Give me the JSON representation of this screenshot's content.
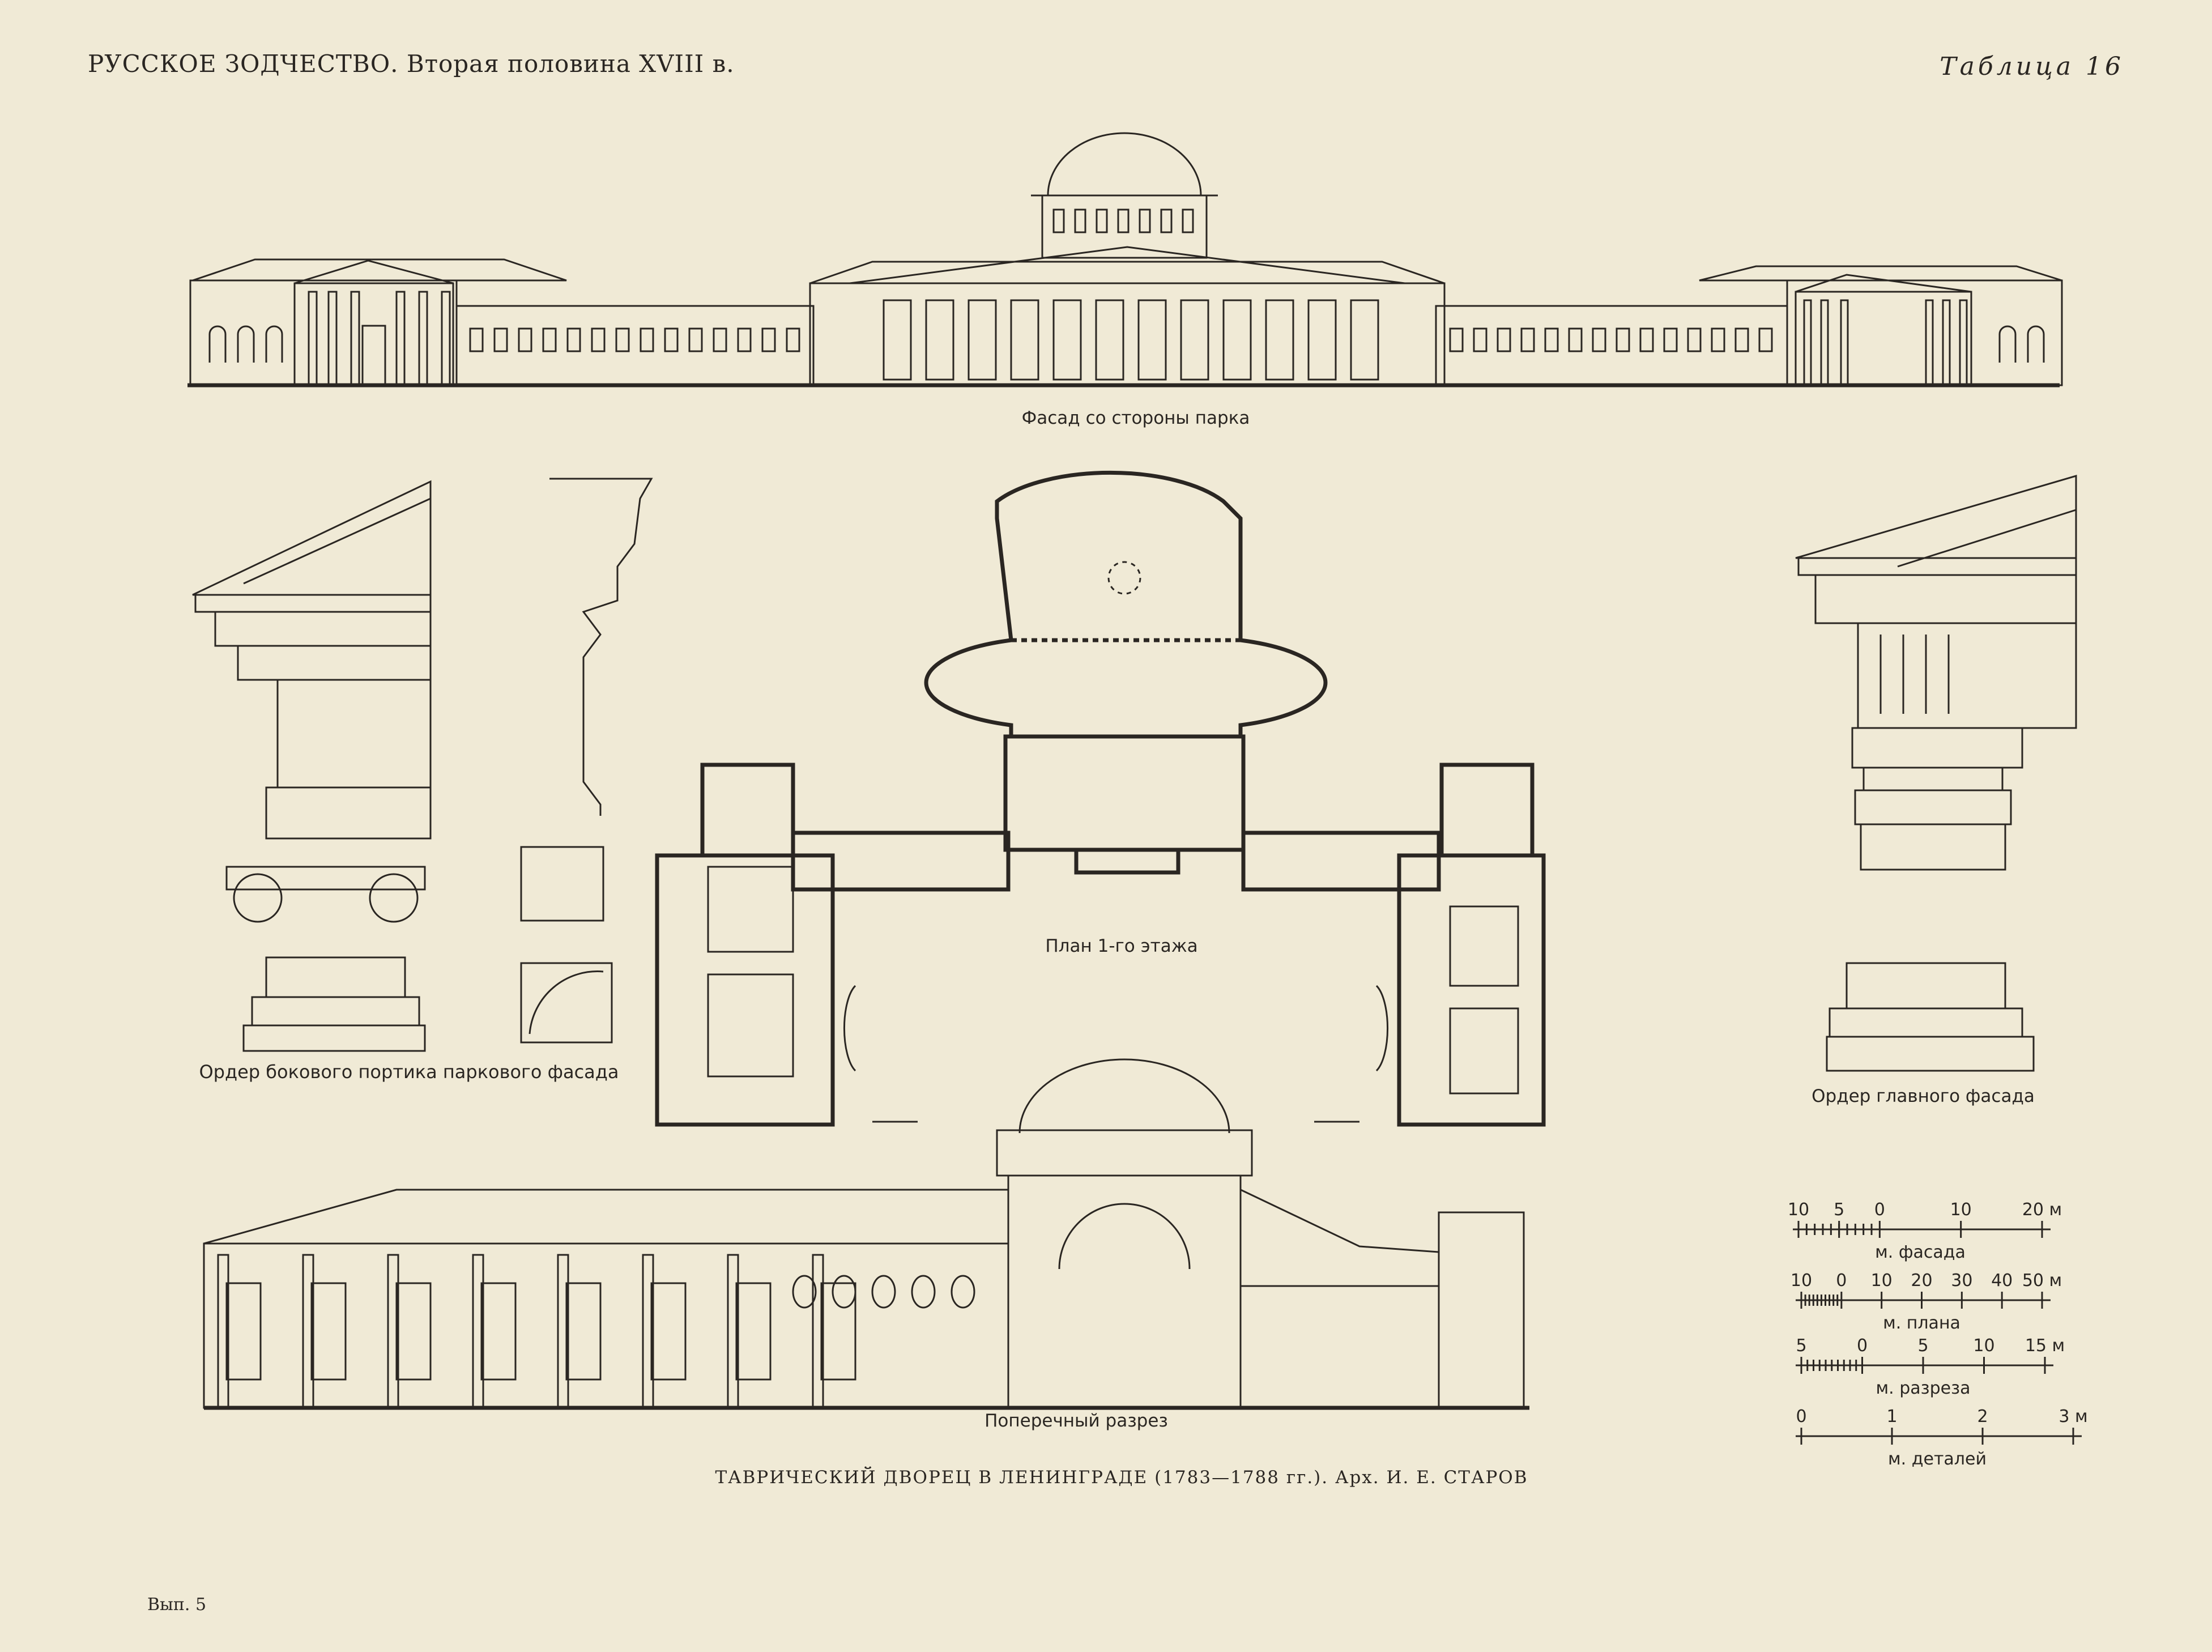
{
  "header": {
    "series_title": "РУССКОЕ ЗОДЧЕСТВО. Вторая половина XVIII в.",
    "plate_number": "Таблица 16"
  },
  "drawings": {
    "facade_caption": "Фасад со стороны парка",
    "plan_caption": "План 1-го этажа",
    "side_order_caption": "Ордер бокового портика паркового фасада",
    "main_order_caption": "Ордер главного фасада",
    "section_caption": "Поперечный разрез"
  },
  "scales": [
    {
      "label": "м. фасада",
      "ticks": [
        "10",
        "5",
        "0",
        "10",
        "20 м"
      ],
      "values": [
        -10,
        -5,
        0,
        10,
        20
      ]
    },
    {
      "label": "м. плана",
      "ticks": [
        "10",
        "0",
        "10",
        "20",
        "30",
        "40",
        "50 м"
      ],
      "values": [
        -10,
        0,
        10,
        20,
        30,
        40,
        50
      ]
    },
    {
      "label": "м. разреза",
      "ticks": [
        "5",
        "0",
        "5",
        "10",
        "15 м"
      ],
      "values": [
        -5,
        0,
        5,
        10,
        15
      ]
    },
    {
      "label": "м. деталей",
      "ticks": [
        "0",
        "1",
        "2",
        "3 м"
      ],
      "values": [
        0,
        1,
        2,
        3
      ]
    }
  ],
  "caption": "ТАВРИЧЕСКИЙ ДВОРЕЦ В ЛЕНИНГРАДЕ (1783—1788 гг.). Арх. И. Е. СТАРОВ",
  "footer": {
    "issue": "Вып. 5"
  },
  "colors": {
    "paper": "#f0ead6",
    "ink": "#2a2622"
  }
}
